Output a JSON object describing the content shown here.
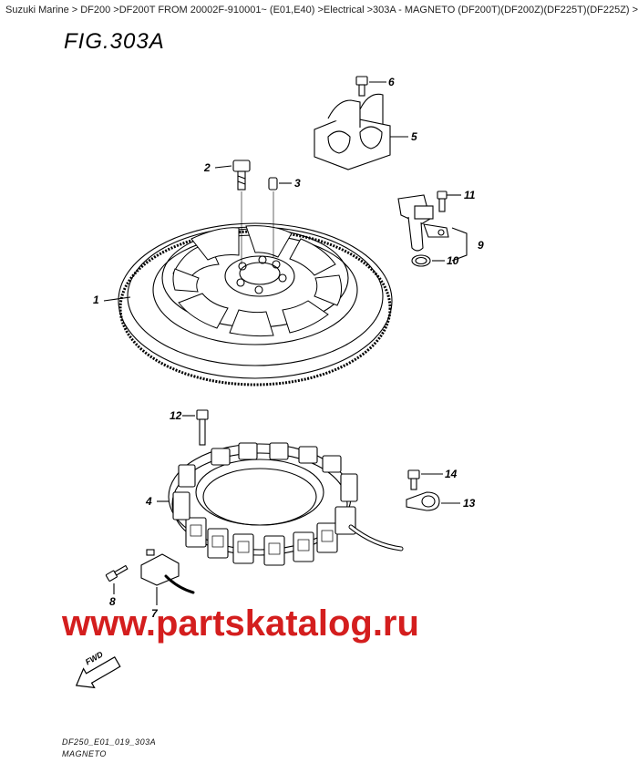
{
  "breadcrumb": "Suzuki Marine > DF200 >DF200T FROM 20002F-910001~ (E01,E40) >Electrical >303A - MAGNETO (DF200T)(DF200Z)(DF225T)(DF225Z) >",
  "figure_title": "FIG.303A",
  "footer": {
    "code": "DF250_E01_019_303A",
    "name": "MAGNETO"
  },
  "watermark": "www.partskatalog.ru",
  "fwd_label": "FWD",
  "callouts": {
    "c1": "1",
    "c2": "2",
    "c3": "3",
    "c4": "4",
    "c5": "5",
    "c6": "6",
    "c7": "7",
    "c8": "8",
    "c9": "9",
    "c10": "10",
    "c11": "11",
    "c12": "12",
    "c13": "13",
    "c14": "14"
  },
  "colors": {
    "watermark": "#d41e1e",
    "ink": "#000000"
  }
}
